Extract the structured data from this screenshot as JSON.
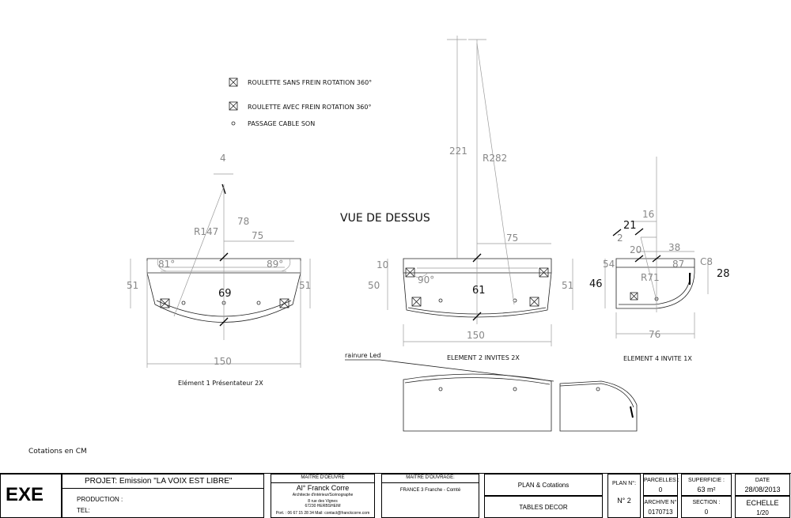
{
  "legend": {
    "items": [
      {
        "symbol": "cross-box",
        "label": "ROULETTE SANS FREIN ROTATION 360°"
      },
      {
        "symbol": "cross-box",
        "label": "ROULETTE AVEC FREIN ROTATION 360°"
      },
      {
        "symbol": "circle",
        "label": "PASSAGE CABLE SON"
      }
    ]
  },
  "view_title": "VUE DE DESSUS",
  "note": "Cotations en CM",
  "led_label": "rainure Led",
  "elements": [
    {
      "caption": "Elément 1 Présentateur 2X",
      "dims": {
        "width": "150",
        "depth": "51",
        "depth_right": "51",
        "center": "69",
        "half": "75",
        "tab": "78",
        "radius": "R147",
        "gap": "4",
        "angle_left": "81°",
        "angle_right": "89°"
      }
    },
    {
      "caption": "ELEMENT 2 INVITES 2X",
      "dims": {
        "width": "150",
        "depth": "50",
        "depth_right": "51",
        "center": "61",
        "half": "75",
        "tab": "10",
        "radius": "R282",
        "height": "221",
        "angle": "90°"
      }
    },
    {
      "caption": "ELEMENT 4 INVITE 1X",
      "dims": {
        "width": "76",
        "depth": "46",
        "side": "28",
        "top1": "21",
        "top2": "16",
        "small1": "2",
        "small2": "20",
        "small3": "38",
        "radius": "R71",
        "left": "54",
        "right": "87",
        "rc": "C8"
      }
    }
  ],
  "title_block": {
    "phase": "EXE",
    "project": "PROJET: Emission \"LA VOIX EST LIBRE\"",
    "production": "PRODUCTION :",
    "tel": "TEL:",
    "moe_title": "MAITRE D'OEUVRE",
    "moe_name": "Al° Franck Corre",
    "moe_role": "Architecte d'intérieur/Scénographe",
    "moe_addr1": "8 rue des Vignes",
    "moe_addr2": "67230 HERBSHEIM",
    "moe_contact": "Port. : 06 67 15 28 34    Mail: contact@franckcorre.com",
    "mo_title": "MAITRE D'OUVRAGE:",
    "mo_name": "FRANCE 3 Franche - Comté",
    "sheet_title": "PLAN & Cotations",
    "sheet_sub": "TABLES DECOR",
    "plan_label": "PLAN N°:",
    "plan_value": "N° 2",
    "parcelles_label": "PARCELLES :",
    "parcelles_value": "0",
    "superficie_label": "SUPERFICIE :",
    "superficie_value": "63  m²",
    "date_label": "DATE",
    "date_value": "28/08/2013",
    "archive_label": "ARCHIVE N°",
    "archive_value": "0170713",
    "section_label": "SECTION :",
    "section_value": "0",
    "echelle_label": "ECHELLE",
    "echelle_value": "1/20"
  }
}
